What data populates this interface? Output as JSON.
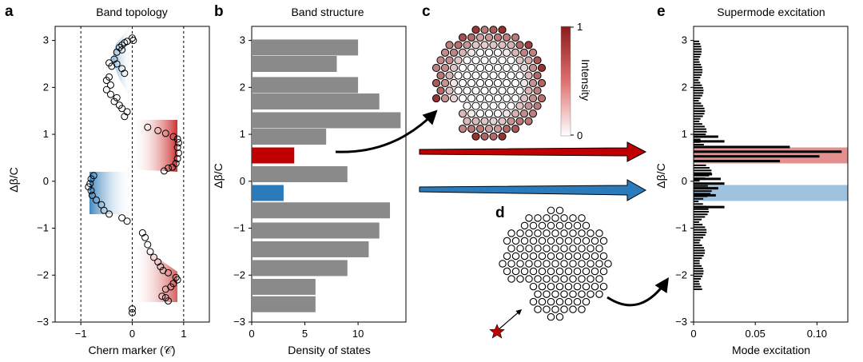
{
  "panels": {
    "a": {
      "letter": "a",
      "title": "Band topology"
    },
    "b": {
      "letter": "b",
      "title": "Band structure"
    },
    "c": {
      "letter": "c"
    },
    "d": {
      "letter": "d"
    },
    "e": {
      "letter": "e",
      "title": "Supermode excitation"
    }
  },
  "colorbar": {
    "label": "Intensity",
    "max_label": "1",
    "min_label": "0",
    "low_color": "#ffffff",
    "high_color": "#8b1a1a"
  },
  "colors": {
    "red": "#c00000",
    "blue": "#2b7bba",
    "gray": "#8a8a8a",
    "red_band": "#e58f8f",
    "blue_band": "#9dc3e0"
  },
  "chart_data": [
    {
      "id": "a",
      "type": "scatter",
      "title": "Band topology",
      "xlabel": "Chern marker (𝒞)",
      "ylabel": "Δβ/C",
      "xlim": [
        -1.5,
        1.5
      ],
      "ylim": [
        -3,
        3.3
      ],
      "xticks": [
        "−1",
        "0",
        "1"
      ],
      "yticks": [
        "3",
        "2",
        "1",
        "0",
        "−1",
        "−2",
        "−3"
      ],
      "reference_lines_x": [
        -1,
        0,
        1
      ],
      "points": [
        [
          0.0,
          3.05
        ],
        [
          0.02,
          3.0
        ],
        [
          -0.1,
          2.98
        ],
        [
          -0.15,
          2.95
        ],
        [
          -0.2,
          2.9
        ],
        [
          -0.25,
          2.85
        ],
        [
          -0.2,
          2.8
        ],
        [
          -0.3,
          2.75
        ],
        [
          -0.35,
          2.6
        ],
        [
          -0.45,
          2.52
        ],
        [
          -0.4,
          2.45
        ],
        [
          -0.3,
          2.5
        ],
        [
          -0.2,
          2.4
        ],
        [
          -0.15,
          2.3
        ],
        [
          -0.45,
          2.22
        ],
        [
          -0.5,
          2.15
        ],
        [
          -0.42,
          2.05
        ],
        [
          -0.5,
          1.95
        ],
        [
          -0.42,
          1.85
        ],
        [
          -0.3,
          1.78
        ],
        [
          -0.35,
          1.7
        ],
        [
          -0.25,
          1.62
        ],
        [
          -0.2,
          1.55
        ],
        [
          -0.1,
          1.48
        ],
        [
          -0.15,
          1.38
        ],
        [
          0.3,
          1.15
        ],
        [
          0.5,
          1.08
        ],
        [
          0.65,
          1.02
        ],
        [
          0.8,
          0.95
        ],
        [
          0.88,
          0.9
        ],
        [
          0.9,
          0.82
        ],
        [
          0.88,
          0.72
        ],
        [
          0.9,
          0.6
        ],
        [
          0.88,
          0.48
        ],
        [
          0.85,
          0.38
        ],
        [
          0.78,
          0.3
        ],
        [
          0.7,
          0.28
        ],
        [
          0.62,
          0.22
        ],
        [
          -0.75,
          0.12
        ],
        [
          -0.8,
          0.05
        ],
        [
          -0.82,
          -0.05
        ],
        [
          -0.85,
          -0.12
        ],
        [
          -0.8,
          -0.2
        ],
        [
          -0.78,
          -0.3
        ],
        [
          -0.7,
          -0.4
        ],
        [
          -0.6,
          -0.5
        ],
        [
          -0.55,
          -0.62
        ],
        [
          -0.45,
          -0.7
        ],
        [
          -0.2,
          -0.78
        ],
        [
          -0.1,
          -0.85
        ],
        [
          0.2,
          -1.1
        ],
        [
          0.25,
          -1.2
        ],
        [
          0.3,
          -1.35
        ],
        [
          0.35,
          -1.5
        ],
        [
          0.42,
          -1.62
        ],
        [
          0.5,
          -1.72
        ],
        [
          0.55,
          -1.82
        ],
        [
          0.6,
          -1.9
        ],
        [
          0.7,
          -1.95
        ],
        [
          0.85,
          -2.05
        ],
        [
          0.88,
          -2.1
        ],
        [
          0.8,
          -2.18
        ],
        [
          0.75,
          -2.25
        ],
        [
          0.65,
          -2.3
        ],
        [
          0.58,
          -2.45
        ],
        [
          0.65,
          -2.48
        ],
        [
          0.7,
          -2.55
        ],
        [
          0.0,
          -2.72
        ],
        [
          0.0,
          -2.8
        ]
      ]
    },
    {
      "id": "b",
      "type": "bar",
      "orientation": "horizontal",
      "title": "Band structure",
      "xlabel": "Density of states",
      "ylabel": "Δβ/C",
      "xlim": [
        0,
        14.5
      ],
      "ylim": [
        -3,
        3.3
      ],
      "xticks": [
        "0",
        "5",
        "10"
      ],
      "yticks": [
        "3",
        "2",
        "1",
        "0",
        "−1",
        "−2",
        "−3"
      ],
      "bars": [
        {
          "y": 2.85,
          "value": 10,
          "color": "gray"
        },
        {
          "y": 2.5,
          "value": 8,
          "color": "gray"
        },
        {
          "y": 2.05,
          "value": 10,
          "color": "gray"
        },
        {
          "y": 1.7,
          "value": 12,
          "color": "gray"
        },
        {
          "y": 1.3,
          "value": 14,
          "color": "gray"
        },
        {
          "y": 0.95,
          "value": 7,
          "color": "gray"
        },
        {
          "y": 0.55,
          "value": 4,
          "color": "red"
        },
        {
          "y": 0.15,
          "value": 9,
          "color": "gray"
        },
        {
          "y": -0.25,
          "value": 3,
          "color": "blue"
        },
        {
          "y": -0.62,
          "value": 13,
          "color": "gray"
        },
        {
          "y": -1.05,
          "value": 12,
          "color": "gray"
        },
        {
          "y": -1.45,
          "value": 11,
          "color": "gray"
        },
        {
          "y": -1.85,
          "value": 9,
          "color": "gray"
        },
        {
          "y": -2.25,
          "value": 6,
          "color": "gray"
        },
        {
          "y": -2.62,
          "value": 6,
          "color": "gray"
        }
      ]
    },
    {
      "id": "e",
      "type": "bar",
      "orientation": "horizontal",
      "title": "Supermode excitation",
      "xlabel": "Mode excitation",
      "ylabel": "Δβ/C",
      "xlim": [
        0,
        0.125
      ],
      "ylim": [
        -3,
        3.3
      ],
      "xticks": [
        "0",
        "0.05",
        "0.10"
      ],
      "yticks": [
        "3",
        "2",
        "1",
        "0",
        "−1",
        "−2",
        "−3"
      ],
      "highlight_bands": [
        {
          "y_range": [
            0.38,
            0.72
          ],
          "color": "red_band"
        },
        {
          "y_range": [
            -0.42,
            -0.08
          ],
          "color": "blue_band"
        }
      ],
      "bars": [
        {
          "y": 0.73,
          "value": 0.078
        },
        {
          "y": 0.63,
          "value": 0.12
        },
        {
          "y": 0.53,
          "value": 0.102
        },
        {
          "y": 0.43,
          "value": 0.07
        },
        {
          "y": 0.85,
          "value": 0.025
        },
        {
          "y": 0.95,
          "value": 0.02
        },
        {
          "y": 0.15,
          "value": 0.015
        },
        {
          "y": 0.05,
          "value": 0.022
        },
        {
          "y": -0.05,
          "value": 0.025
        },
        {
          "y": -0.15,
          "value": 0.02
        },
        {
          "y": -0.3,
          "value": 0.018
        },
        {
          "y": -0.55,
          "value": 0.025
        }
      ]
    }
  ]
}
